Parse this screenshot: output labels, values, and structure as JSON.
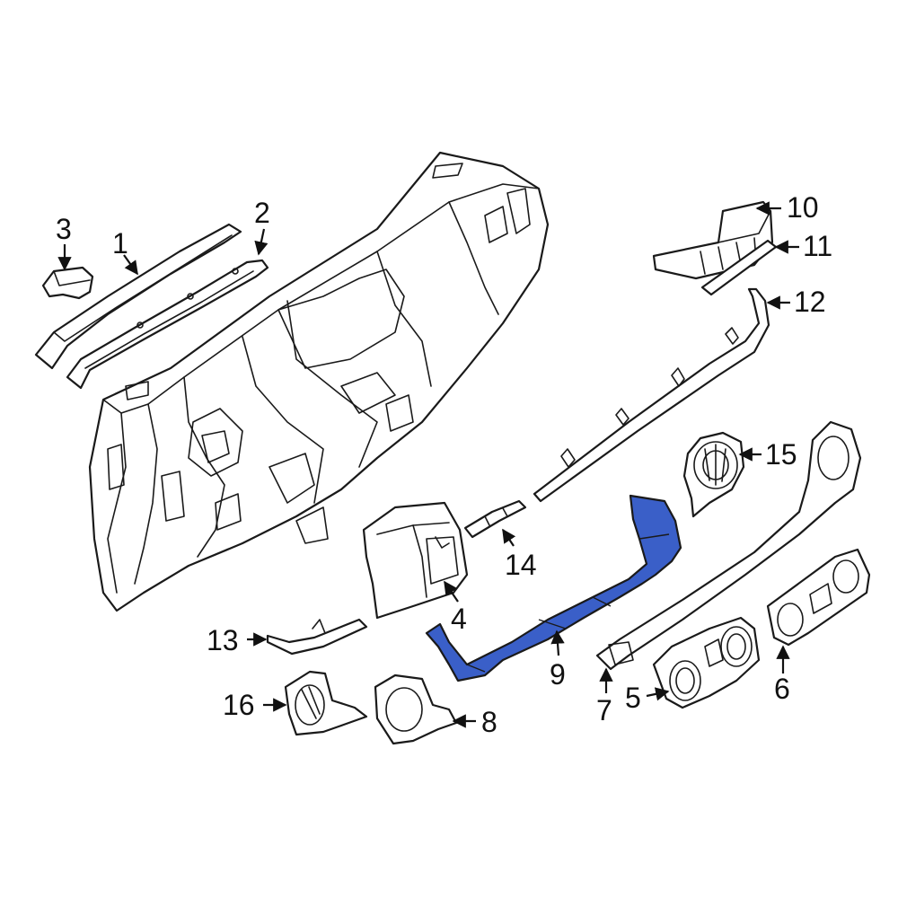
{
  "diagram": {
    "highlight_color": "#3a5fc8",
    "line_color": "#1a1a1a",
    "background": "#ffffff"
  },
  "callouts": {
    "c1": "1",
    "c2": "2",
    "c3": "3",
    "c4": "4",
    "c5": "5",
    "c6": "6",
    "c7": "7",
    "c8": "8",
    "c9": "9",
    "c10": "10",
    "c11": "11",
    "c12": "12",
    "c13": "13",
    "c14": "14",
    "c15": "15",
    "c16": "16"
  }
}
